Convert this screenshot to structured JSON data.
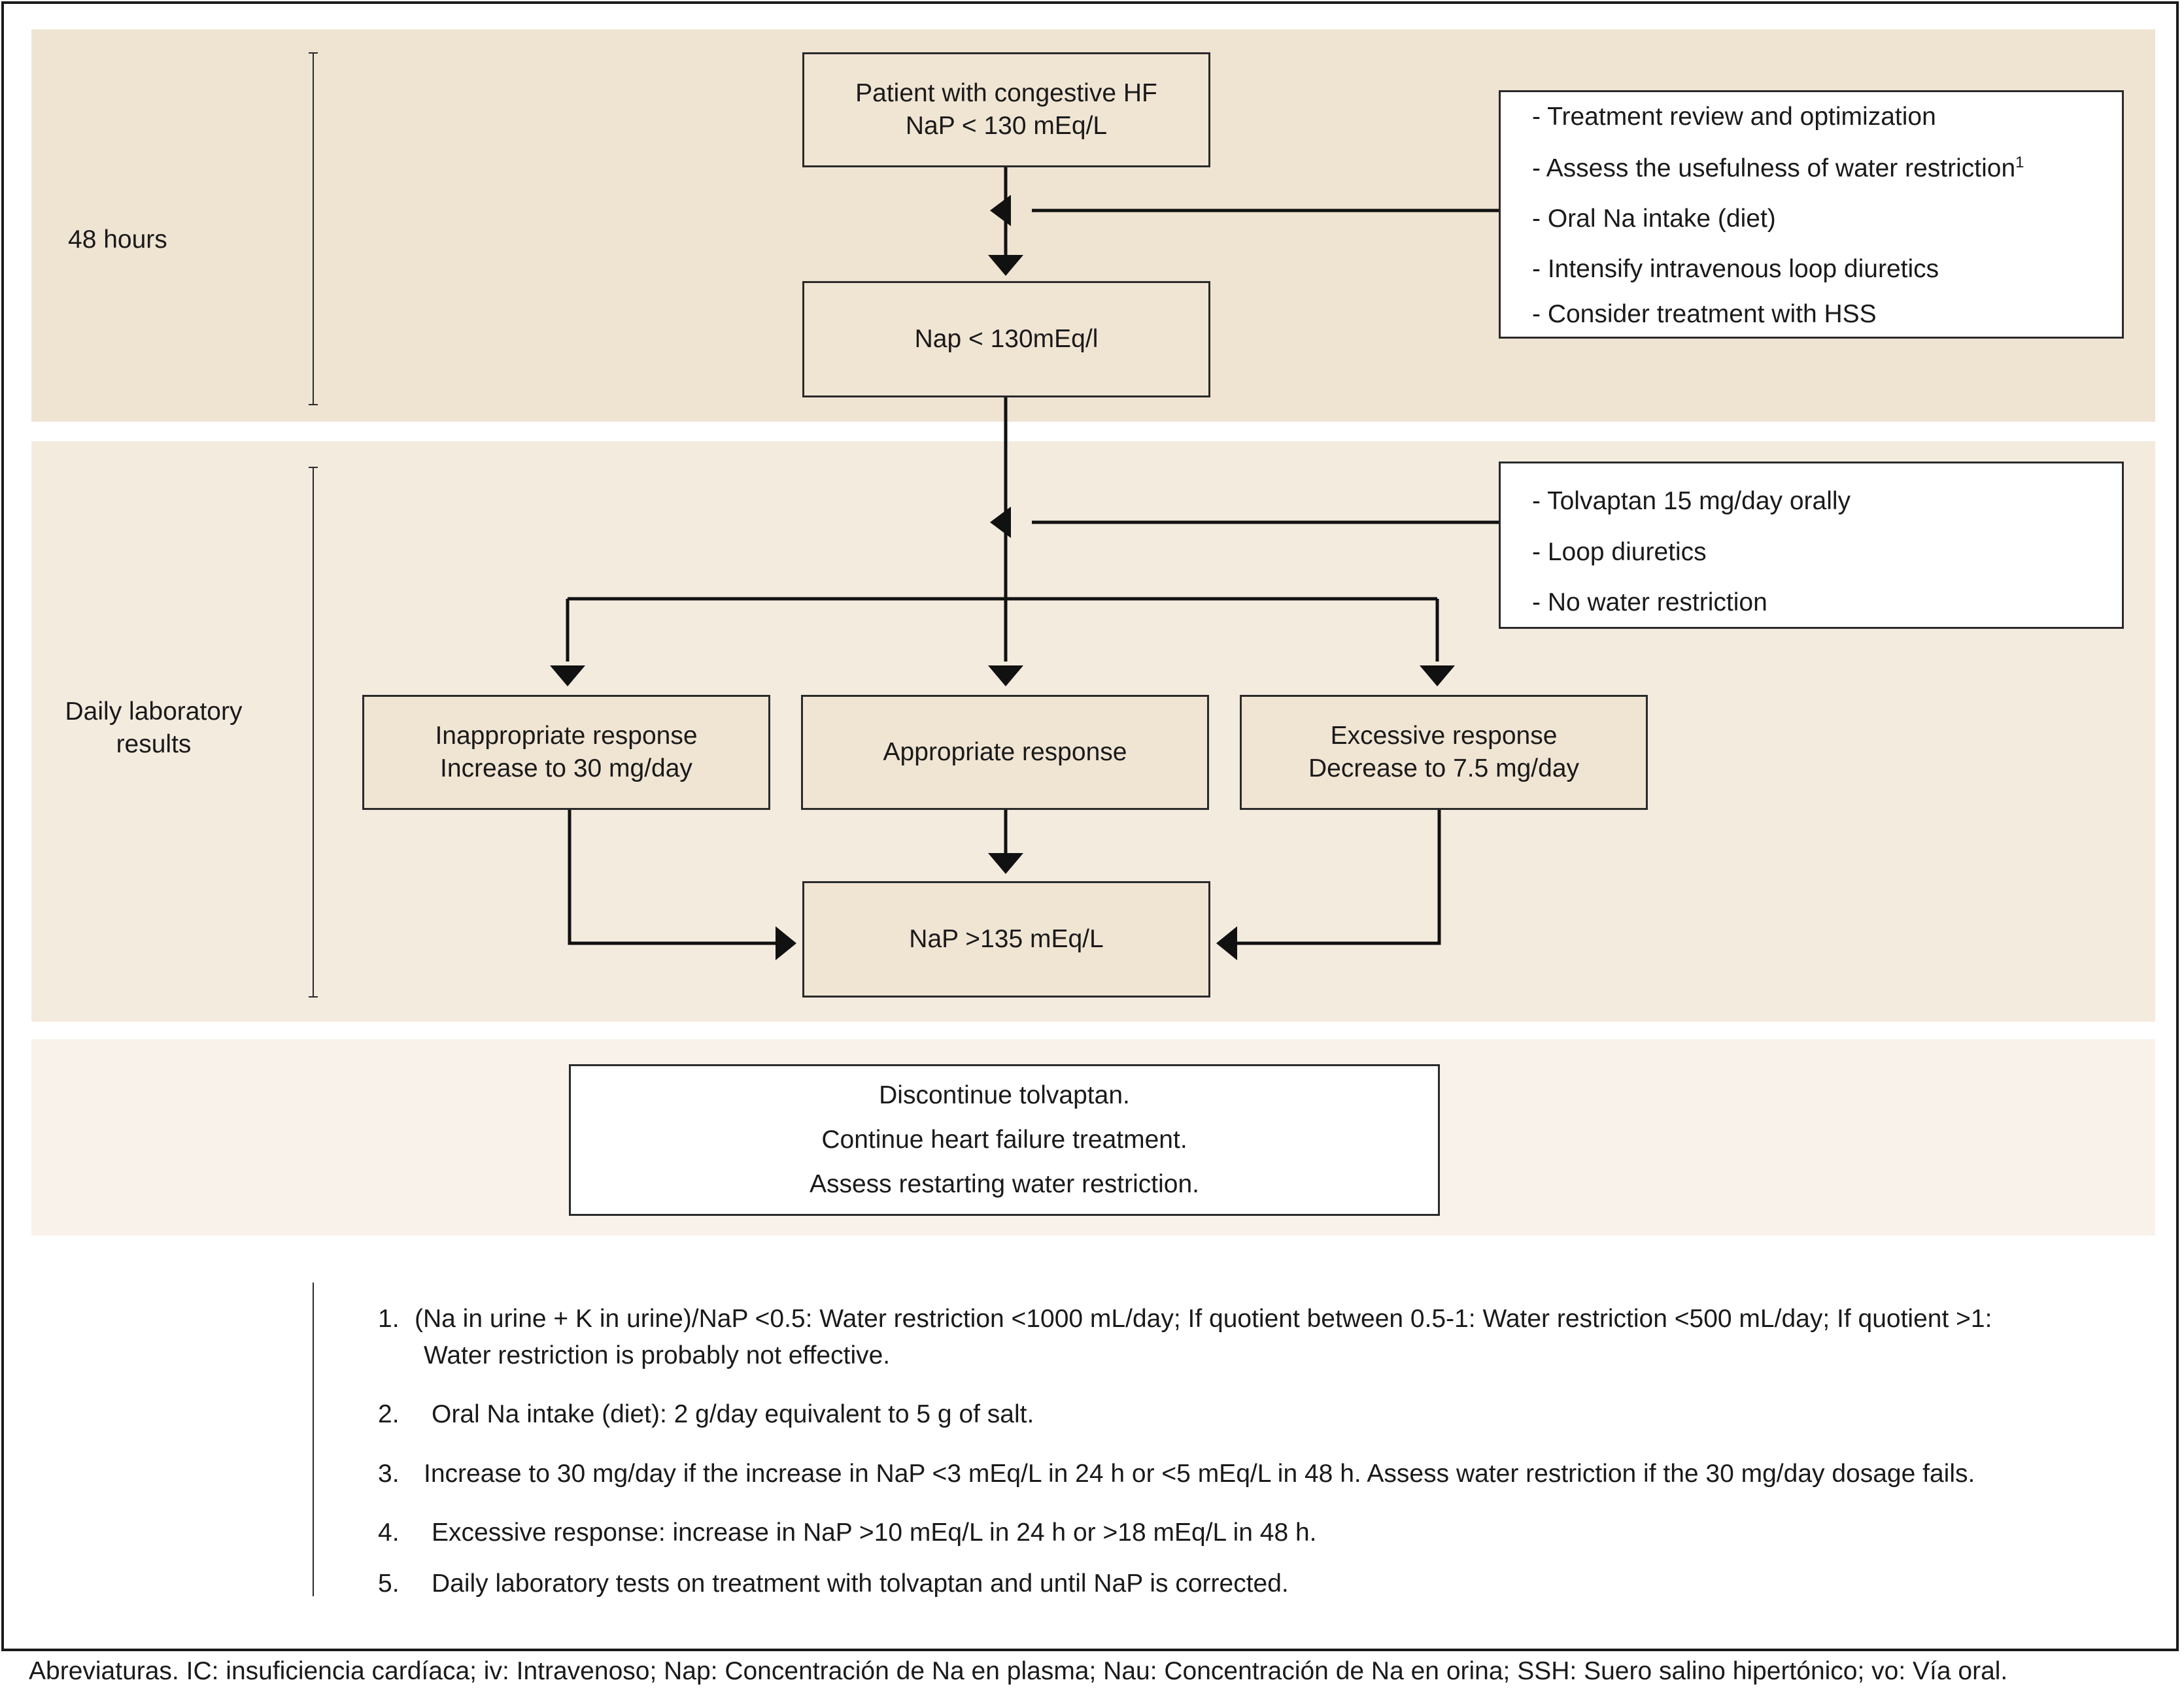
{
  "phases": {
    "p1": "48 hours",
    "p2_line1": "Daily laboratory",
    "p2_line2": "results"
  },
  "boxes": {
    "start_line1": "Patient with congestive HF",
    "start_line2": "NaP < 130 mEq/L",
    "nap_low": "Nap < 130mEq/l",
    "inappropriate_line1": "Inappropriate response",
    "inappropriate_line2": "Increase to 30 mg/day",
    "appropriate": "Appropriate response",
    "excessive_line1": "Excessive response",
    "excessive_line2": "Decrease to 7.5 mg/day",
    "nap_target": "NaP >135 mEq/L",
    "final_line1": "Discontinue tolvaptan.",
    "final_line2": "Continue heart failure treatment.",
    "final_line3": "Assess restarting water restriction."
  },
  "measures1": [
    "- Treatment review and optimization",
    "- Assess the usefulness of water restriction",
    "- Oral Na intake (diet)",
    "- Intensify intravenous loop diuretics",
    "- Consider treatment with HSS"
  ],
  "measures1_sup": "1",
  "measures2": [
    "- Tolvaptan 15 mg/day orally",
    "- Loop diuretics",
    "- No water restriction"
  ],
  "notes": [
    {
      "num": "1.",
      "line1": "(Na in urine + K in urine)/NaP <0.5: Water restriction <1000 mL/day; If quotient between 0.5-1: Water restriction <500 mL/day; If quotient >1:",
      "line2": "Water restriction is probably not effective."
    },
    {
      "num": "2.",
      "line1": "Oral Na intake (diet): 2 g/day equivalent to 5 g of salt."
    },
    {
      "num": "3.",
      "line1": "Increase to 30 mg/day if the increase in NaP <3 mEq/L in 24 h or <5 mEq/L in 48 h. Assess water restriction if the 30 mg/day dosage fails."
    },
    {
      "num": "4.",
      "line1": "Excessive response: increase in NaP >10 mEq/L in 24 h or >18 mEq/L in 48 h."
    },
    {
      "num": "5.",
      "line1": "Daily laboratory tests on treatment with tolvaptan and until NaP is corrected."
    }
  ],
  "abbreviations": "Abreviaturas. IC: insuficiencia cardíaca; iv: Intravenoso; Nap: Concentración de Na en plasma; Nau: Concentración de Na en orina; SSH: Suero salino hipertónico; vo: Vía oral.",
  "colors": {
    "band_top": "#efe3d2",
    "band_mid": "#f4ebdf",
    "band_bottom": "#f8f2ea",
    "box_fill": "#f0e4d3"
  }
}
